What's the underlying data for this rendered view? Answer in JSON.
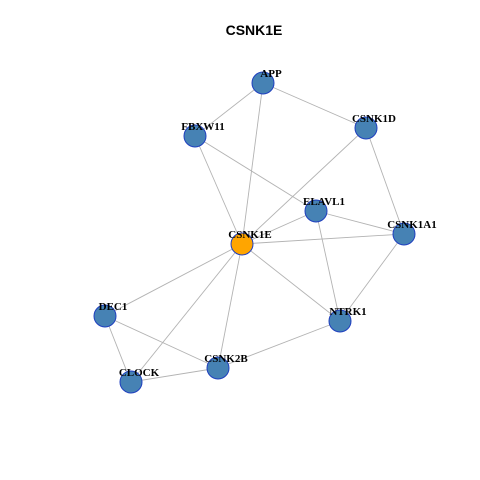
{
  "title": "CSNK1E",
  "colors": {
    "center_node": "#ffa500",
    "neighbor_node": "#4682b4",
    "node_border": "#1f3fbf",
    "edge": "#b3b3b3"
  },
  "nodes": [
    {
      "id": "APP",
      "label": "APP",
      "role": "neighbor"
    },
    {
      "id": "FBXW11",
      "label": "FBXW11",
      "role": "neighbor"
    },
    {
      "id": "CSNK1D",
      "label": "CSNK1D",
      "role": "neighbor"
    },
    {
      "id": "ELAVL1",
      "label": "ELAVL1",
      "role": "neighbor"
    },
    {
      "id": "CSNK1E",
      "label": "CSNK1E",
      "role": "center"
    },
    {
      "id": "CSNK1A1",
      "label": "CSNK1A1",
      "role": "neighbor"
    },
    {
      "id": "DEC1",
      "label": "DEC1",
      "role": "neighbor"
    },
    {
      "id": "NTRK1",
      "label": "NTRK1",
      "role": "neighbor"
    },
    {
      "id": "CSNK2B",
      "label": "CSNK2B",
      "role": "neighbor"
    },
    {
      "id": "CLOCK",
      "label": "CLOCK",
      "role": "neighbor"
    }
  ],
  "edges": [
    [
      "APP",
      "FBXW11"
    ],
    [
      "APP",
      "CSNK1D"
    ],
    [
      "APP",
      "CSNK1E"
    ],
    [
      "FBXW11",
      "CSNK1E"
    ],
    [
      "FBXW11",
      "ELAVL1"
    ],
    [
      "CSNK1D",
      "CSNK1E"
    ],
    [
      "CSNK1D",
      "CSNK1A1"
    ],
    [
      "ELAVL1",
      "CSNK1E"
    ],
    [
      "ELAVL1",
      "CSNK1A1"
    ],
    [
      "ELAVL1",
      "NTRK1"
    ],
    [
      "CSNK1E",
      "CSNK1A1"
    ],
    [
      "CSNK1E",
      "NTRK1"
    ],
    [
      "CSNK1E",
      "DEC1"
    ],
    [
      "CSNK1E",
      "CSNK2B"
    ],
    [
      "CSNK1E",
      "CLOCK"
    ],
    [
      "CSNK1A1",
      "NTRK1"
    ],
    [
      "NTRK1",
      "CSNK2B"
    ],
    [
      "DEC1",
      "CSNK2B"
    ],
    [
      "DEC1",
      "CLOCK"
    ],
    [
      "CLOCK",
      "CSNK2B"
    ]
  ]
}
